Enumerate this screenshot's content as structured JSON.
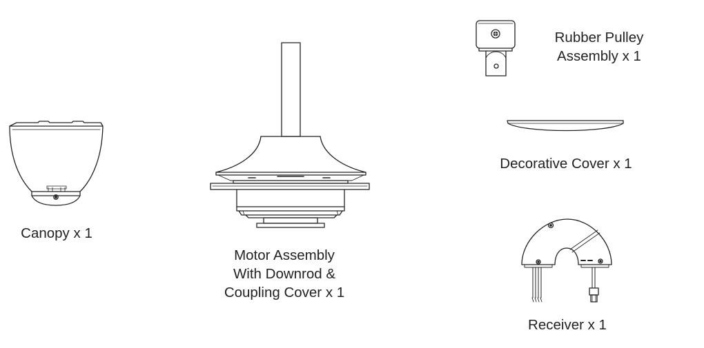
{
  "parts": {
    "canopy": {
      "lines": [
        "Canopy x 1"
      ]
    },
    "motor": {
      "lines": [
        "Motor Assembly",
        "With Downrod &",
        "Coupling Cover x 1"
      ]
    },
    "pulley": {
      "lines": [
        "Rubber Pulley",
        "Assembly x 1"
      ]
    },
    "cover": {
      "lines": [
        "Decorative Cover x 1"
      ]
    },
    "receiver": {
      "lines": [
        "Receiver x 1"
      ]
    }
  },
  "colors": {
    "line": "#222222",
    "background": "#ffffff"
  }
}
